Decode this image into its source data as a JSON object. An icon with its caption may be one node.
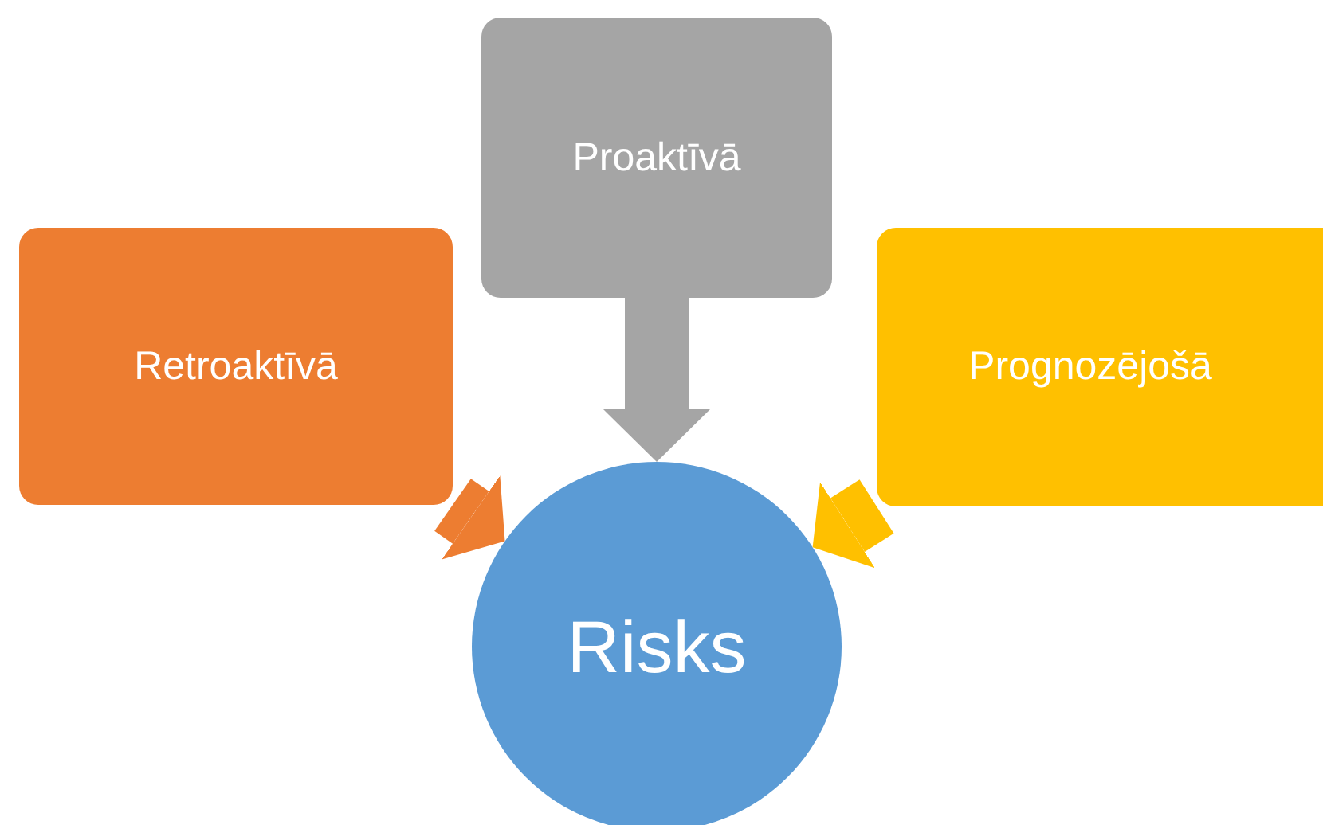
{
  "diagram": {
    "nodes": [
      {
        "text": [
          "Retroaktīvā"
        ]
      },
      {
        "text": [
          "Proaktīvā"
        ]
      },
      {
        "text": [
          "Prognozējošā"
        ]
      },
      {
        "text": [
          "Risks"
        ]
      }
    ],
    "edges": [
      {
        "from": 0,
        "to": 3,
        "arrow": "to",
        "color": "#ed7d31"
      },
      {
        "from": 1,
        "to": 3,
        "arrow": "to",
        "color": "#a5a5a5"
      },
      {
        "from": 2,
        "to": 3,
        "arrow": "to",
        "color": "#ffc000"
      }
    ]
  }
}
